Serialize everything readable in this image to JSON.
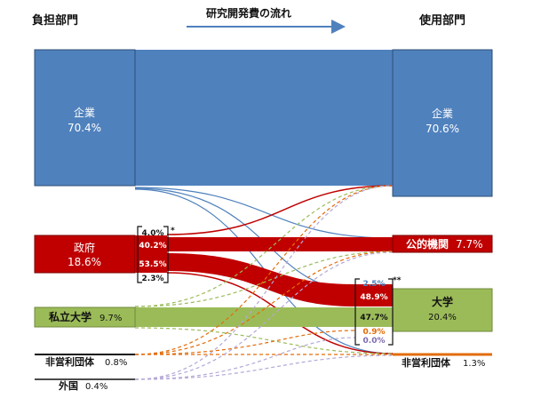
{
  "headers": {
    "left": "負担部門",
    "middle": "研究開発費の流れ",
    "right": "使用部門"
  },
  "colors": {
    "company": "#4f81bd",
    "government": "#c00000",
    "university": "#9bbb59",
    "nonprofit": "#e36c09",
    "foreign": "#b4a7d6"
  },
  "left_nodes": {
    "company": {
      "label": "企業",
      "value": "70.4%"
    },
    "government": {
      "label": "政府",
      "value": "18.6%"
    },
    "university": {
      "label": "私立大学",
      "value": "9.7%"
    },
    "nonprofit": {
      "label": "非営利団体",
      "value": "0.8%"
    },
    "foreign": {
      "label": "外国",
      "value": "0.4%"
    }
  },
  "right_nodes": {
    "company": {
      "label": "企業",
      "value": "70.6%"
    },
    "public": {
      "label": "公的機関",
      "value": "7.7%"
    },
    "university": {
      "label": "大学",
      "value": "20.4%"
    },
    "nonprofit": {
      "label": "非営利団体",
      "value": "1.3%"
    }
  },
  "government_breakdown": {
    "marker": "*",
    "to_company": "4.0%",
    "to_public": "40.2%",
    "to_university": "53.5%",
    "to_nonprofit": "2.3%"
  },
  "university_breakdown": {
    "marker": "**",
    "from_company": "2.5%",
    "from_government": "48.9%",
    "from_university": "47.7%",
    "from_nonprofit": "0.9%",
    "from_foreign": "0.0%"
  }
}
